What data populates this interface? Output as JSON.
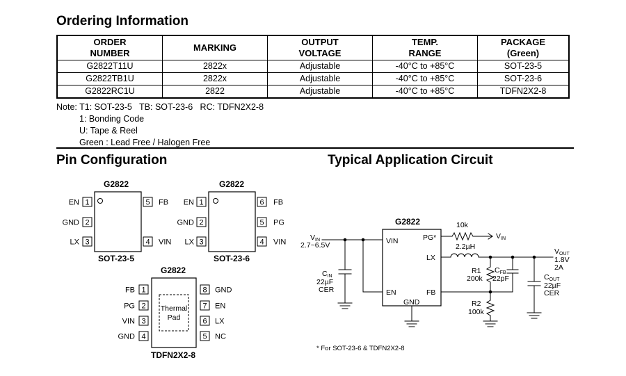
{
  "ordering": {
    "title": "Ordering Information",
    "headers": [
      [
        "ORDER",
        "NUMBER"
      ],
      [
        "MARKING"
      ],
      [
        "OUTPUT",
        "VOLTAGE"
      ],
      [
        "TEMP.",
        "RANGE"
      ],
      [
        "PACKAGE",
        "(Green)"
      ]
    ],
    "rows": [
      [
        "G2822T11U",
        "2822x",
        "Adjustable",
        "-40°C to +85°C",
        "SOT-23-5"
      ],
      [
        "G2822TB1U",
        "2822x",
        "Adjustable",
        "-40°C to +85°C",
        "SOT-23-6"
      ],
      [
        "G2822RC1U",
        "2822",
        "Adjustable",
        "-40°C to +85°C",
        "TDFN2X2-8"
      ]
    ],
    "notes": [
      "Note: T1: SOT-23-5   TB: SOT-23-6   RC: TDFN2X2-8",
      "1: Bonding Code",
      "U: Tape & Reel",
      "Green : Lead Free / Halogen Free"
    ]
  },
  "pin_config": {
    "title": "Pin Configuration",
    "chip_label": "G2822",
    "sot235": {
      "package": "SOT-23-5",
      "left": [
        {
          "num": "1",
          "name": "EN"
        },
        {
          "num": "2",
          "name": "GND"
        },
        {
          "num": "3",
          "name": "LX"
        }
      ],
      "right": [
        {
          "num": "5",
          "name": "FB"
        },
        {
          "num": "4",
          "name": "VIN"
        }
      ]
    },
    "sot236": {
      "package": "SOT-23-6",
      "left": [
        {
          "num": "1",
          "name": "EN"
        },
        {
          "num": "2",
          "name": "GND"
        },
        {
          "num": "3",
          "name": "LX"
        }
      ],
      "right": [
        {
          "num": "6",
          "name": "FB"
        },
        {
          "num": "5",
          "name": "PG"
        },
        {
          "num": "4",
          "name": "VIN"
        }
      ]
    },
    "tdfn": {
      "package": "TDFN2X2-8",
      "pad_line1": "Thermal",
      "pad_line2": "Pad",
      "left": [
        {
          "num": "1",
          "name": "FB"
        },
        {
          "num": "2",
          "name": "PG"
        },
        {
          "num": "3",
          "name": "VIN"
        },
        {
          "num": "4",
          "name": "GND"
        }
      ],
      "right": [
        {
          "num": "8",
          "name": "GND"
        },
        {
          "num": "7",
          "name": "EN"
        },
        {
          "num": "6",
          "name": "LX"
        },
        {
          "num": "5",
          "name": "NC"
        }
      ]
    }
  },
  "app_circuit": {
    "title": "Typical Application Circuit",
    "ic_label": "G2822",
    "pin_vin": "VIN",
    "pin_en": "EN",
    "pin_gnd": "GND",
    "pin_pg": "PG*",
    "pin_lx": "LX",
    "pin_fb": "FB",
    "vin_label": "V",
    "vin_sub": "IN",
    "vin_range": "2.7~6.5V",
    "cin_label": "C",
    "cin_sub": "IN",
    "cin_value": "22µF",
    "cin_type": "CER",
    "r_pullup": "10k",
    "pullup_to": "V",
    "pullup_to_sub": "IN",
    "inductor": "2.2µH",
    "r1_label": "R1",
    "r1_value": "200k",
    "cfb_label": "C",
    "cfb_sub": "FB",
    "cfb_value": "22pF",
    "r2_label": "R2",
    "r2_value": "100k",
    "vout_label": "V",
    "vout_sub": "OUT",
    "vout_value": "1.8V",
    "iout_value": "2A",
    "cout_label": "C",
    "cout_sub": "OUT",
    "cout_value": "22µF",
    "cout_type": "CER",
    "footnote": "* For SOT-23-6 & TDFN2X2-8"
  }
}
